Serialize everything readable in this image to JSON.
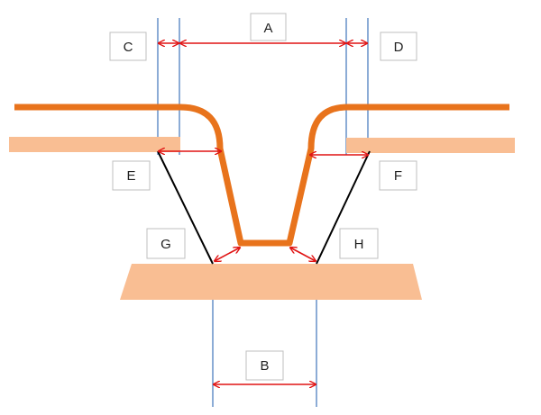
{
  "labels": {
    "a": "A",
    "b": "B",
    "c": "C",
    "d": "D",
    "e": "E",
    "f": "F",
    "g": "G",
    "h": "H"
  },
  "colors": {
    "profile": "#e8731c",
    "layer": "#f9be93",
    "guide": "#4f7fc0",
    "arrow": "#e01414",
    "box_border": "#bfbfbf",
    "slope": "#000000"
  }
}
